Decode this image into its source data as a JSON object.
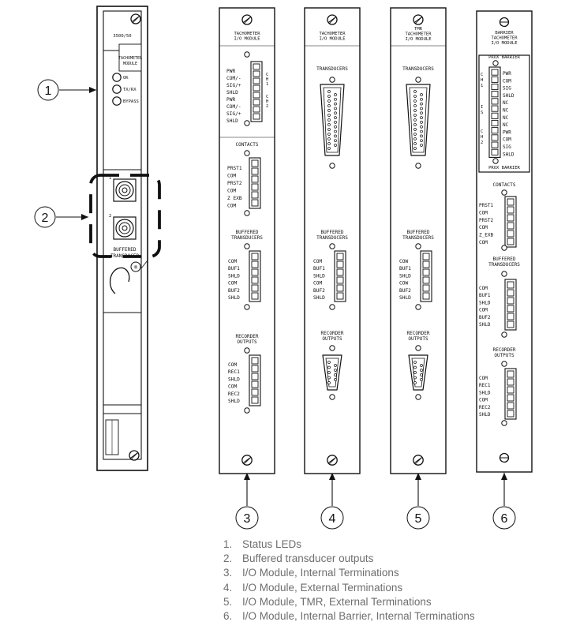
{
  "main_module": {
    "part_no": "3500/50",
    "title_line1": "TACHOMETER",
    "title_line2": "MODULE",
    "led_labels": [
      "OK",
      "TX/RX",
      "BYPASS"
    ],
    "channel_numbers": [
      "1",
      "2"
    ],
    "buffered_line1": "BUFFERED",
    "buffered_line2": "TRANSDUCER",
    "registered_mark": "®"
  },
  "callouts": [
    "1",
    "2",
    "3",
    "4",
    "5",
    "6"
  ],
  "panels": [
    {
      "title_lines": [
        "TACHOMETER",
        "I/O MODULE"
      ],
      "group1_labels": [
        "PWR",
        "COM/-",
        "SIG/+",
        "SHLD",
        "PWR",
        "COM/-",
        "SIG/+",
        "SHLD"
      ],
      "channel_marks": [
        "C",
        "H",
        "1",
        "C",
        "H",
        "2"
      ],
      "contacts_label": "CONTACTS",
      "contacts_labels": [
        "PRST1",
        "COM",
        "PRST2",
        "COM",
        "Z EXB",
        "COM"
      ],
      "buffered_lines": [
        "BUFFERED",
        "TRANSDUCERS"
      ],
      "buffered_labels": [
        "COM",
        "BUF1",
        "SHLD",
        "COM",
        "BUF2",
        "SHLD"
      ],
      "recorder_lines": [
        "RECORDER",
        "OUTPUTS"
      ],
      "recorder_labels": [
        "COM",
        "REC1",
        "SHLD",
        "COM",
        "REC2",
        "SHLD"
      ]
    },
    {
      "title_lines": [
        "TACHOMETER",
        "I/O MODULE"
      ],
      "transducers_label": "TRANSDUCERS",
      "buffered_lines": [
        "BUFFERED",
        "TRANSDUCERS"
      ],
      "buffered_labels": [
        "COM",
        "BUF1",
        "SHLD",
        "COM",
        "BUF2",
        "SHLD"
      ],
      "recorder_lines": [
        "RECORDER",
        "OUTPUTS"
      ]
    },
    {
      "title_lines": [
        "TMR",
        "TACHOMETER",
        "I/O MODULE"
      ],
      "transducers_label": "TRANSDUCERS",
      "buffered_lines": [
        "BUFFERED",
        "TRANSDUCERS"
      ],
      "buffered_labels": [
        "COW",
        "BUF1",
        "SHLD",
        "COW",
        "BUF2",
        "SHLD"
      ],
      "recorder_lines": [
        "RECORDER",
        "OUTPUTS"
      ]
    },
    {
      "title_lines": [
        "BARRIER",
        "TACHOMETER",
        "I/O MODULE"
      ],
      "prox_top": "PROX BARRIER",
      "prox_bottom": "PROX BARRIER",
      "barrier_labels": [
        "PWR",
        "COM",
        "SIG",
        "SHLD",
        "NC",
        "NC",
        "NC",
        "NC",
        "PWR",
        "COM",
        "SIG",
        "SHLD"
      ],
      "ch1_marks": [
        "C",
        "H",
        "1"
      ],
      "is_marks": [
        "I",
        "S"
      ],
      "ch2_marks": [
        "C",
        "H",
        "2"
      ],
      "contacts_label": "CONTACTS",
      "contacts_labels": [
        "PRST1",
        "COM",
        "PRST2",
        "COM",
        "Z_EXB",
        "COM"
      ],
      "buffered_lines": [
        "BUFFERED",
        "TRANSDUCERS"
      ],
      "buffered_labels": [
        "COM",
        "BUF1",
        "SHLD",
        "COM",
        "BUF2",
        "SHLD"
      ],
      "recorder_lines": [
        "RECORDER",
        "OUTPUTS"
      ],
      "recorder_labels": [
        "COM",
        "REC1",
        "SHLD",
        "COM",
        "REC2",
        "SHLD"
      ]
    }
  ],
  "legend": [
    {
      "num": "1.",
      "text": "Status LEDs"
    },
    {
      "num": "2.",
      "text": "Buffered transducer outputs"
    },
    {
      "num": "3.",
      "text": "I/O Module, Internal Terminations"
    },
    {
      "num": "4.",
      "text": "I/O Module, External Terminations"
    },
    {
      "num": "5.",
      "text": "I/O Module, TMR, External Terminations"
    },
    {
      "num": "6.",
      "text": "I/O Module, Internal Barrier, Internal Terminations"
    }
  ]
}
